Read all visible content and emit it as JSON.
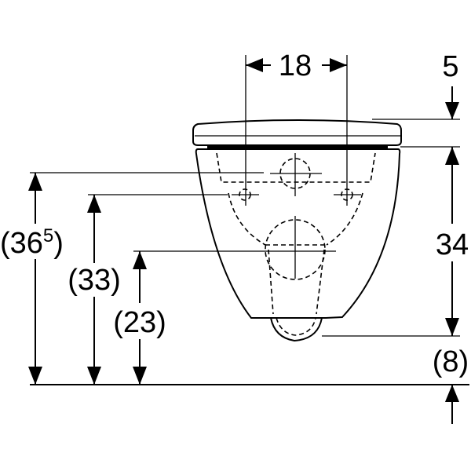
{
  "title": "Wall-hung WC dimension drawing",
  "dimensions": {
    "pipe_spacing": "18",
    "seat_thickness": "5",
    "bowl_height": "34",
    "bottom_clearance": "(8)",
    "fixing_height_upper_main": "(36",
    "fixing_height_upper_sup": "5",
    "fixing_height_upper_close": ")",
    "fixing_height_lower": "(33)",
    "outlet_height": "(23)"
  }
}
